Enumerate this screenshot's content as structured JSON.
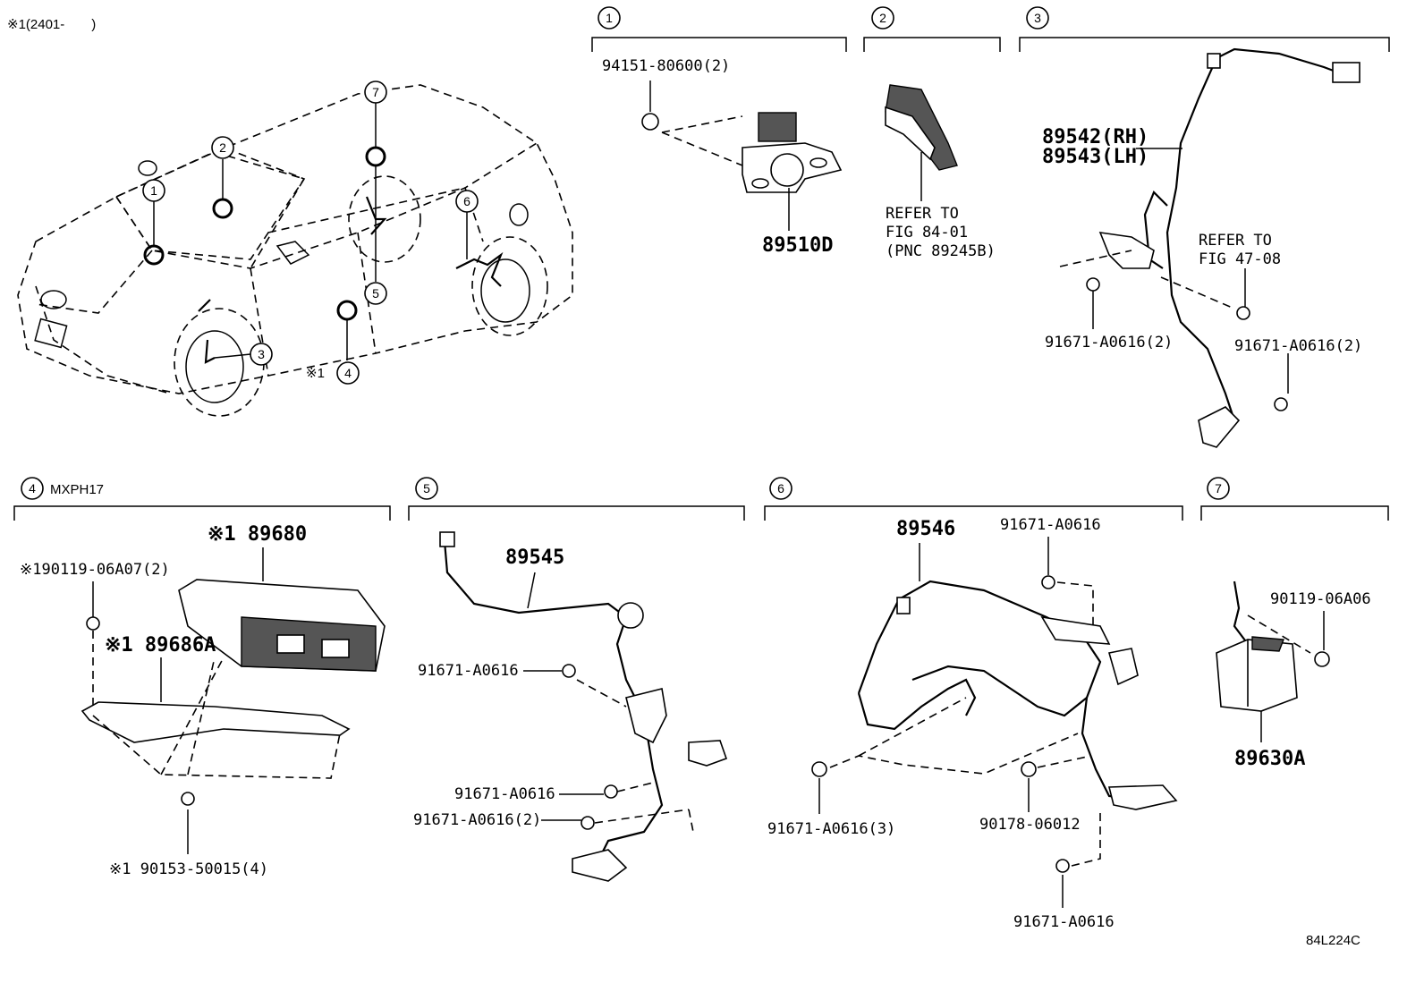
{
  "header_note": "※1(2401-　　)",
  "footer_code": "84L224C",
  "sections": {
    "s1": {
      "num": "1",
      "bolt": "94151-80600(2)",
      "part": "89510D"
    },
    "s2": {
      "num": "2",
      "ref_lines": [
        "REFER TO",
        "FIG 84-01",
        "(PNC 89245B)"
      ]
    },
    "s3": {
      "num": "3",
      "part_rh": "89542(RH)",
      "part_lh": "89543(LH)",
      "ref_lines": [
        "REFER TO",
        "FIG 47-08"
      ],
      "bolt_left": "91671-A0616(2)",
      "bolt_right": "91671-A0616(2)"
    },
    "s4": {
      "num": "4",
      "model": "MXPH17",
      "part_main": "※1 89680",
      "bolt_top": "※190119-06A07(2)",
      "bracket": "※1 89686A",
      "bolt_bottom": "※1 90153-50015(4)"
    },
    "s5": {
      "num": "5",
      "part": "89545",
      "bolt_a": "91671-A0616",
      "bolt_b": "91671-A0616",
      "bolt_c": "91671-A0616(2)"
    },
    "s6": {
      "num": "6",
      "part": "89546",
      "bolt_top": "91671-A0616",
      "bolt_left": "91671-A0616(3)",
      "nut": "90178-06012",
      "bolt_bottom": "91671-A0616"
    },
    "s7": {
      "num": "7",
      "bolt": "90119-06A06",
      "part": "89630A"
    }
  },
  "car_callouts": [
    "1",
    "2",
    "3",
    "4",
    "5",
    "6",
    "7"
  ],
  "car_note": "※1"
}
